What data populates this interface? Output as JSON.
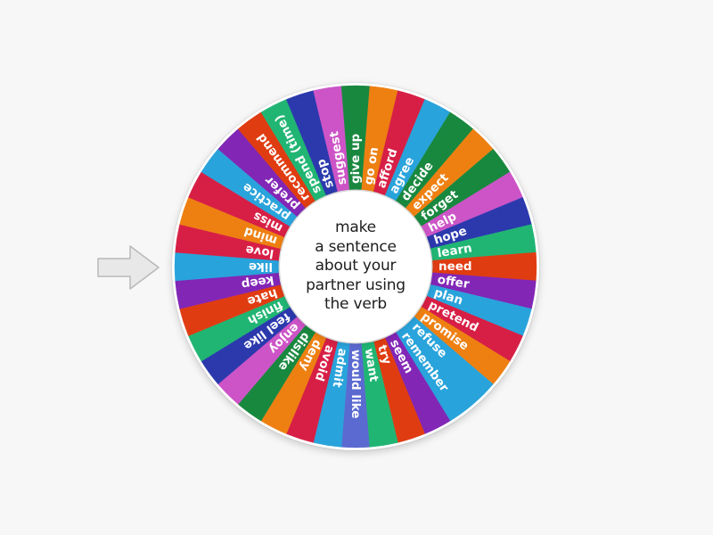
{
  "app": {
    "type": "spinner-wheel",
    "background_color": "#f7f7f7"
  },
  "pointer": {
    "name": "wheel-pointer-arrow",
    "direction": "right",
    "fill_color": "#e8e8e8",
    "stroke_color": "#b9b9b9"
  },
  "wheel": {
    "center_text": "make\na sentence\nabout your\npartner using\nthe verb",
    "hub_background": "#ffffff",
    "hub_text_color": "#1d1d1d",
    "rim_color": "#ffffff",
    "segment_count": 40,
    "label_color": "#ffffff",
    "segments": [
      {
        "label": "would like",
        "color": "#5b6ad0"
      },
      {
        "label": "admit",
        "color": "#29a3db"
      },
      {
        "label": "avoid",
        "color": "#d71f45"
      },
      {
        "label": "deny",
        "color": "#ee8012"
      },
      {
        "label": "dislike",
        "color": "#19883f"
      },
      {
        "label": "enjoy",
        "color": "#cc54c7"
      },
      {
        "label": "feel like",
        "color": "#2b39ad"
      },
      {
        "label": "finish",
        "color": "#21b573"
      },
      {
        "label": "hate",
        "color": "#e03c11"
      },
      {
        "label": "keep",
        "color": "#8226b6"
      },
      {
        "label": "like",
        "color": "#29a3db"
      },
      {
        "label": "love",
        "color": "#d71f45"
      },
      {
        "label": "mind",
        "color": "#ee8012"
      },
      {
        "label": "miss",
        "color": "#d71f45"
      },
      {
        "label": "practice",
        "color": "#29a3db"
      },
      {
        "label": "prefer",
        "color": "#8226b6"
      },
      {
        "label": "recommend",
        "color": "#e03c11"
      },
      {
        "label": "spend (time)",
        "color": "#21b573"
      },
      {
        "label": "stop",
        "color": "#2b39ad"
      },
      {
        "label": "suggest",
        "color": "#cc54c7"
      },
      {
        "label": "give up",
        "color": "#19883f"
      },
      {
        "label": "go on",
        "color": "#ee8012"
      },
      {
        "label": "afford",
        "color": "#d71f45"
      },
      {
        "label": "agree",
        "color": "#29a3db"
      },
      {
        "label": "decide",
        "color": "#19883f"
      },
      {
        "label": "expect",
        "color": "#ee8012"
      },
      {
        "label": "forget",
        "color": "#19883f"
      },
      {
        "label": "help",
        "color": "#cc54c7"
      },
      {
        "label": "hope",
        "color": "#2b39ad"
      },
      {
        "label": "learn",
        "color": "#21b573"
      },
      {
        "label": "need",
        "color": "#e03c11"
      },
      {
        "label": "offer",
        "color": "#8226b6"
      },
      {
        "label": "plan",
        "color": "#29a3db"
      },
      {
        "label": "pretend",
        "color": "#d71f45"
      },
      {
        "label": "promise",
        "color": "#ee8012"
      },
      {
        "label": "refuse",
        "color": "#29a3db"
      },
      {
        "label": "remember",
        "color": "#29a3db"
      },
      {
        "label": "seem",
        "color": "#8226b6"
      },
      {
        "label": "try",
        "color": "#e03c11"
      },
      {
        "label": "want",
        "color": "#21b573"
      }
    ]
  }
}
